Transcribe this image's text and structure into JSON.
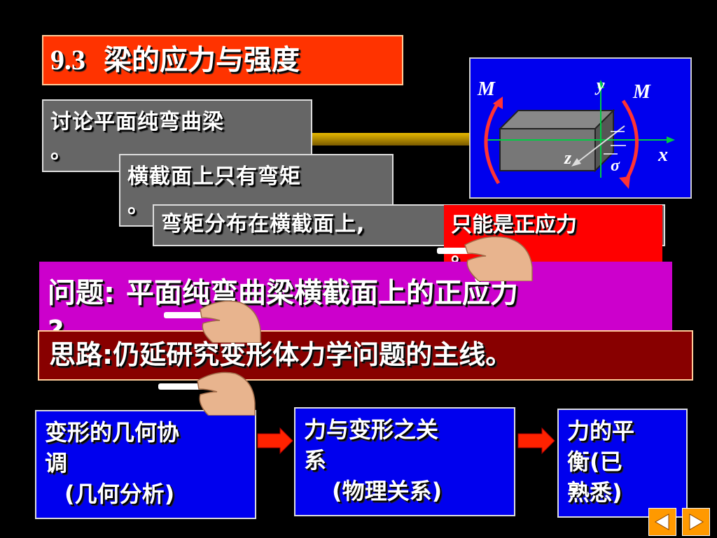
{
  "title": {
    "number": "9.3",
    "text": "梁的应力与强度"
  },
  "block1": {
    "line1": "讨论平面纯弯曲梁",
    "line2": "。"
  },
  "block2": {
    "line1": "横截面上只有弯矩",
    "line2": "。"
  },
  "block3": {
    "text": "弯矩分布在横截面上,"
  },
  "highlight": {
    "line1": "只能是正应力",
    "line2": "。"
  },
  "question": {
    "label": "问题:",
    "text": "平面纯弯曲梁横截面上的正应力",
    "tail": "?"
  },
  "idea": {
    "text": "思路:仍延研究变形体力学问题的主线。"
  },
  "flow": [
    {
      "line1": "变形的几何协",
      "line2": "调",
      "line3": "(几何分析)"
    },
    {
      "line1": "力与变形之关",
      "line2": "系",
      "line3": "(物理关系)"
    },
    {
      "line1": "力的平",
      "line2": "衡(已",
      "line3": "熟悉)"
    }
  ],
  "diagram": {
    "M_left": "M",
    "M_right": "M",
    "y": "y",
    "x": "x",
    "z": "z",
    "sigma": "σ"
  },
  "colors": {
    "title_bg": "#ff3300",
    "question_bg": "#cc00cc",
    "idea_bg": "#880000",
    "flow_bg": "#0000ee",
    "highlight_bg": "#ff0000"
  },
  "icons": [
    "hand-pointer-icon",
    "right-arrow-icon",
    "prev-slide-icon",
    "next-slide-icon"
  ]
}
